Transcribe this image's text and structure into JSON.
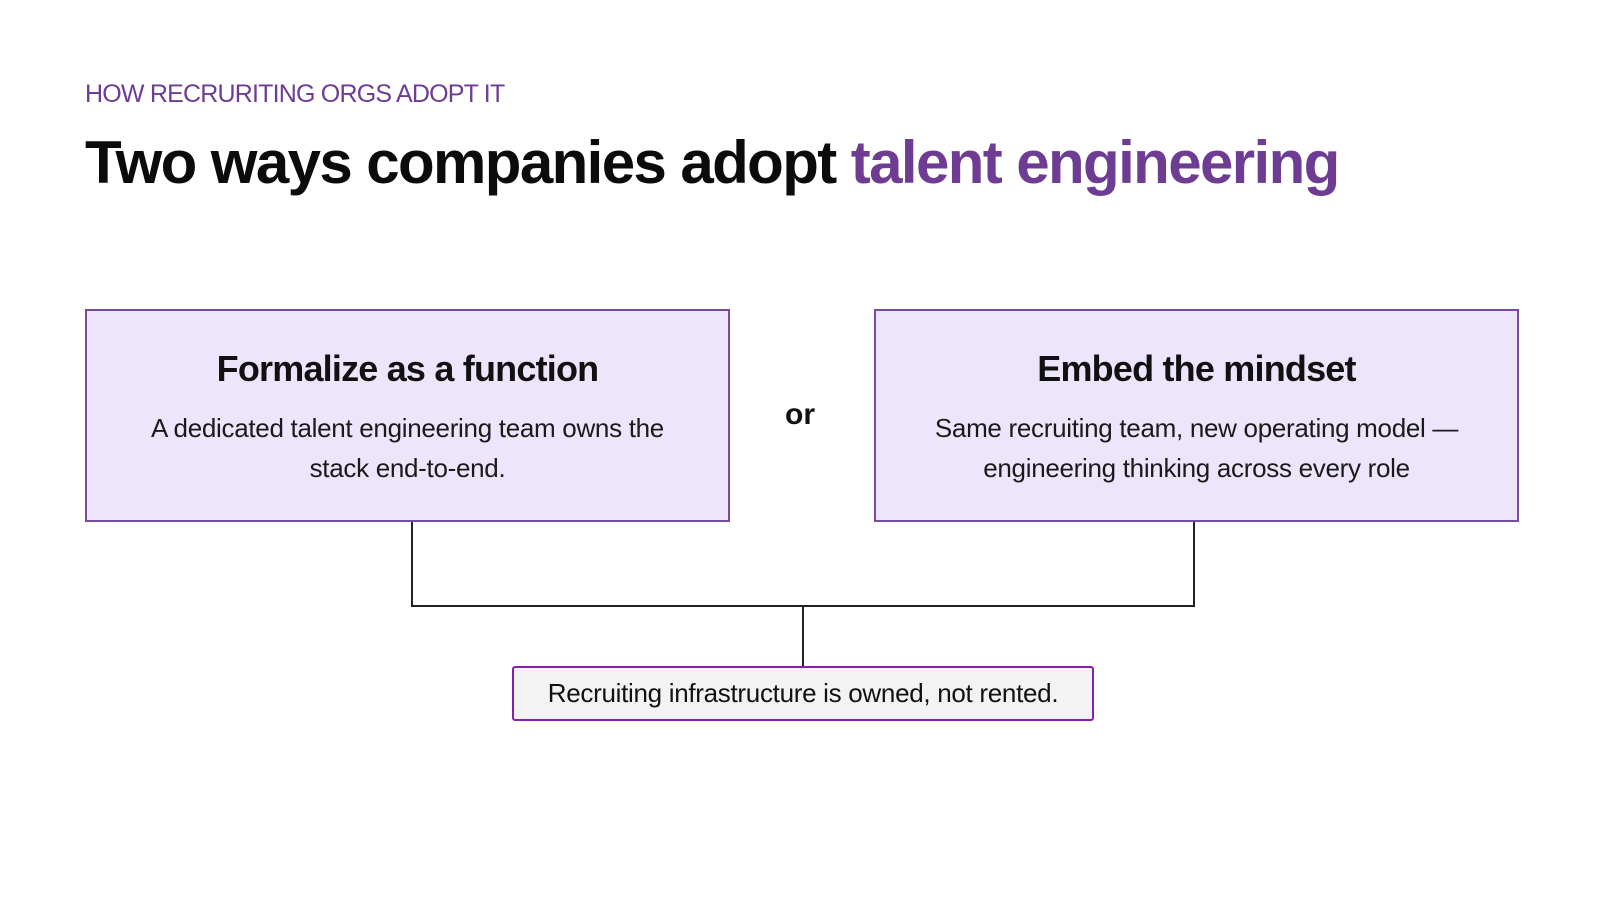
{
  "eyebrow": "HOW RECRURITING ORGS ADOPT IT",
  "title": {
    "main": "Two ways companies adopt ",
    "accent": "talent engineering"
  },
  "options": [
    {
      "title": "Formalize as a function",
      "description_lines": [
        "A dedicated talent engineering team owns the",
        "stack end-to-end."
      ]
    },
    {
      "title": "Embed the mindset",
      "description_lines": [
        "Same recruiting team, new operating model —",
        "engineering thinking across every role"
      ]
    }
  ],
  "separator": "or",
  "outcome": "Recruiting infrastructure is owned, not rented.",
  "colors": {
    "accent": "#6e3d93",
    "card_fill": "#ece5fb",
    "card_border": "#7a4aa0",
    "outcome_border": "#8a1fae",
    "outcome_fill": "#f3f3f3",
    "connector": "#222222"
  }
}
